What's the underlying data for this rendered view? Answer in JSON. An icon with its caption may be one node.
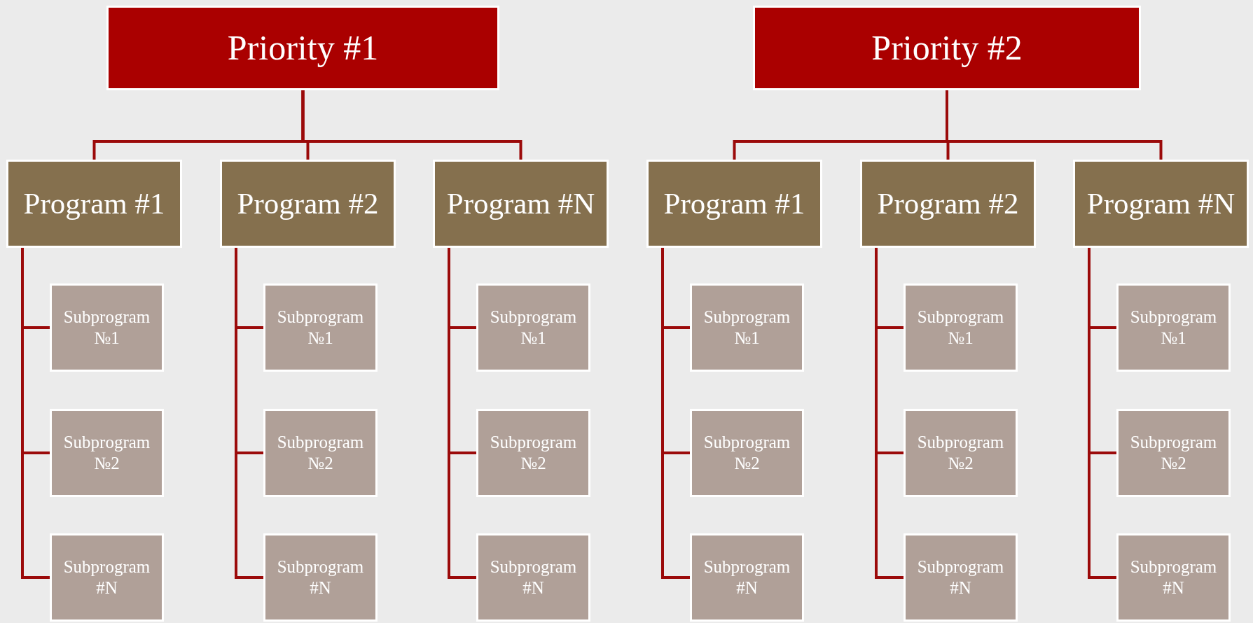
{
  "diagram": {
    "nodes": [
      {
        "text": [
          "Priority #1"
        ]
      },
      {
        "text": [
          "Priority #2"
        ]
      },
      {
        "text": [
          "Program #1"
        ]
      },
      {
        "text": [
          "Program #2"
        ]
      },
      {
        "text": [
          "Program #N"
        ]
      },
      {
        "text": [
          "Program #1"
        ]
      },
      {
        "text": [
          "Program #2"
        ]
      },
      {
        "text": [
          "Program #N"
        ]
      },
      {
        "text": [
          "Subprogram №1"
        ]
      },
      {
        "text": [
          "Subprogram №2"
        ]
      },
      {
        "text": [
          "Subprogram #N"
        ]
      },
      {
        "text": [
          "Subprogram №1"
        ]
      },
      {
        "text": [
          "Subprogram №2"
        ]
      },
      {
        "text": [
          "Subprogram #N"
        ]
      },
      {
        "text": [
          "Subprogram №1"
        ]
      },
      {
        "text": [
          "Subprogram №2"
        ]
      },
      {
        "text": [
          "Subprogram #N"
        ]
      },
      {
        "text": [
          "Subprogram №1"
        ]
      },
      {
        "text": [
          "Subprogram №2"
        ]
      },
      {
        "text": [
          "Subprogram #N"
        ]
      },
      {
        "text": [
          "Subprogram №1"
        ]
      },
      {
        "text": [
          "Subprogram №2"
        ]
      },
      {
        "text": [
          "Subprogram #N"
        ]
      },
      {
        "text": [
          "Subprogram №1"
        ]
      },
      {
        "text": [
          "Subprogram №2"
        ]
      },
      {
        "text": [
          "Subprogram #N"
        ]
      }
    ],
    "edges": [
      {
        "from": 0,
        "to": 2,
        "arrow": "none"
      },
      {
        "from": 0,
        "to": 3,
        "arrow": "none"
      },
      {
        "from": 0,
        "to": 4,
        "arrow": "none"
      },
      {
        "from": 1,
        "to": 5,
        "arrow": "none"
      },
      {
        "from": 1,
        "to": 6,
        "arrow": "none"
      },
      {
        "from": 1,
        "to": 7,
        "arrow": "none"
      },
      {
        "from": 2,
        "to": 8,
        "arrow": "none"
      },
      {
        "from": 2,
        "to": 9,
        "arrow": "none"
      },
      {
        "from": 2,
        "to": 10,
        "arrow": "none"
      },
      {
        "from": 3,
        "to": 11,
        "arrow": "none"
      },
      {
        "from": 3,
        "to": 12,
        "arrow": "none"
      },
      {
        "from": 3,
        "to": 13,
        "arrow": "none"
      },
      {
        "from": 4,
        "to": 14,
        "arrow": "none"
      },
      {
        "from": 4,
        "to": 15,
        "arrow": "none"
      },
      {
        "from": 4,
        "to": 16,
        "arrow": "none"
      },
      {
        "from": 5,
        "to": 17,
        "arrow": "none"
      },
      {
        "from": 5,
        "to": 18,
        "arrow": "none"
      },
      {
        "from": 5,
        "to": 19,
        "arrow": "none"
      },
      {
        "from": 6,
        "to": 20,
        "arrow": "none"
      },
      {
        "from": 6,
        "to": 21,
        "arrow": "none"
      },
      {
        "from": 6,
        "to": 22,
        "arrow": "none"
      },
      {
        "from": 7,
        "to": 23,
        "arrow": "none"
      },
      {
        "from": 7,
        "to": 24,
        "arrow": "none"
      },
      {
        "from": 7,
        "to": 25,
        "arrow": "none"
      }
    ]
  }
}
